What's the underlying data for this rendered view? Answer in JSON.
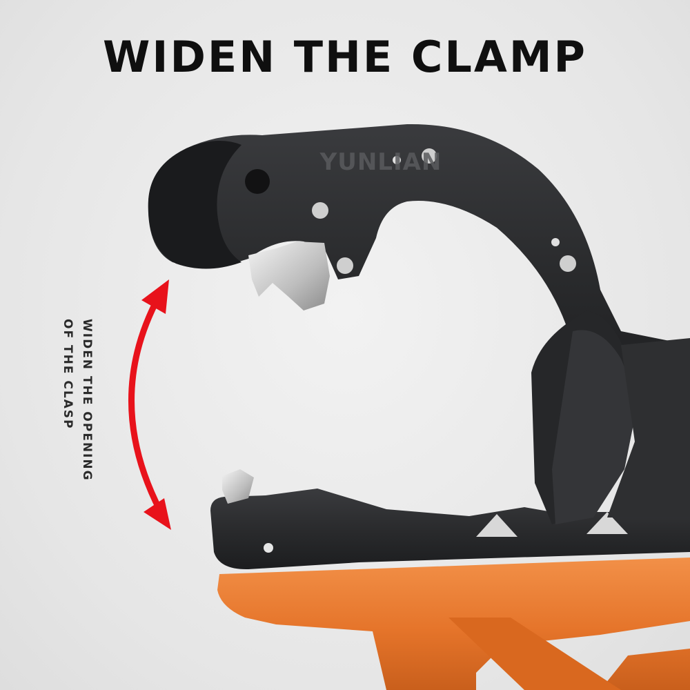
{
  "headline": "WIDEN THE CLAMP",
  "caption": {
    "line1": "WIDEN THE OPENING",
    "line2": "OF THE CLASP"
  },
  "brand_mark": "YUNLIAN",
  "colors": {
    "background": "#e9e9e9",
    "tool_body": "#2b2c2e",
    "tool_body_dark": "#1b1c1e",
    "handle_orange": "#e8792e",
    "arrow_red": "#e8121b",
    "metal": "#c9c9c9"
  },
  "icons": {
    "arrow": "double-curved-arrow-icon"
  }
}
